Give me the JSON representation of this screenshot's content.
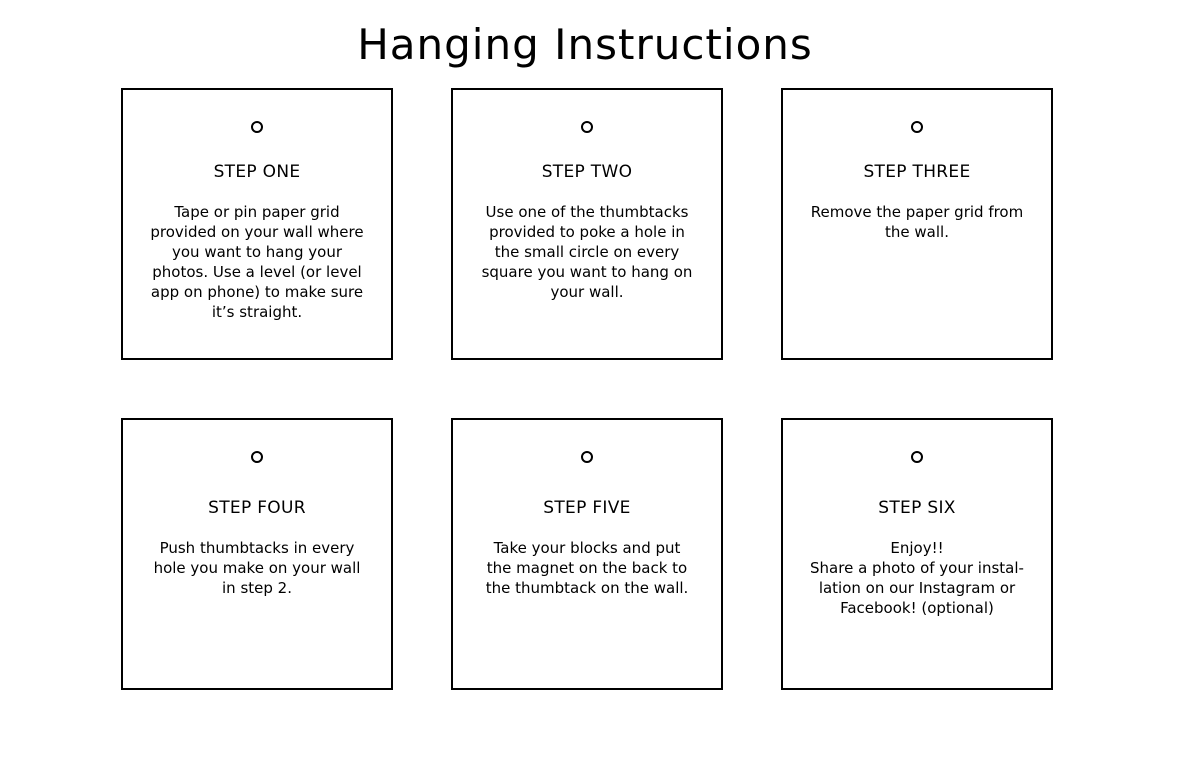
{
  "title": "Hanging Instructions",
  "steps": [
    {
      "title": "STEP ONE",
      "text": "Tape or pin paper grid\nprovided on your wall where\nyou want to hang your\nphotos. Use a level (or level\napp on phone) to make sure\nit’s straight."
    },
    {
      "title": "STEP TWO",
      "text": "Use one of the thumbtacks\nprovided to poke a hole in\nthe small circle on every\nsquare you want to hang on\nyour wall."
    },
    {
      "title": "STEP THREE",
      "text": "Remove the paper grid from\nthe wall."
    },
    {
      "title": "STEP FOUR",
      "text": "Push thumbtacks in every\nhole you make on your wall\nin step 2."
    },
    {
      "title": "STEP FIVE",
      "text": "Take your blocks and put\nthe magnet on the back to\nthe thumbtack on the wall."
    },
    {
      "title": "STEP SIX",
      "text": "Enjoy!!\nShare a photo of your instal-\nlation on our Instagram or\nFacebook! (optional)"
    }
  ]
}
